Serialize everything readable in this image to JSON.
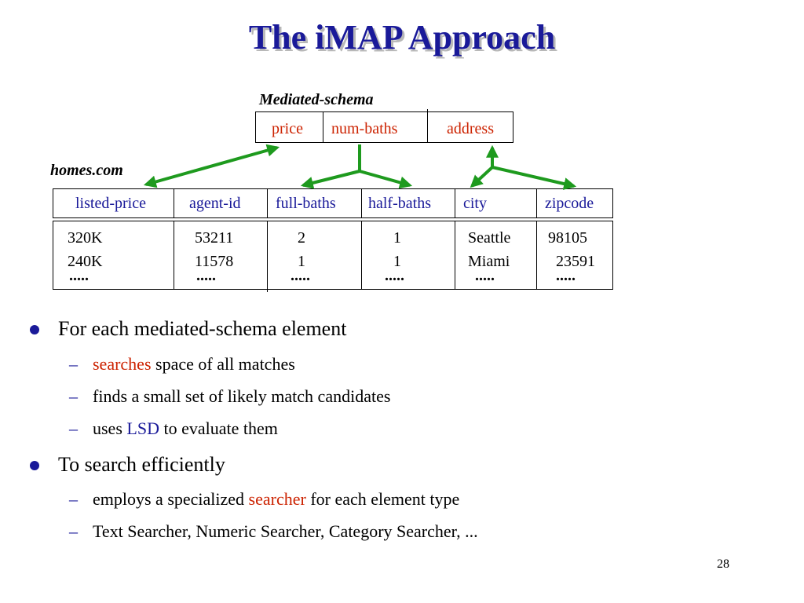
{
  "title": "The iMAP Approach",
  "mediated": {
    "caption": "Mediated-schema",
    "fields": [
      "price",
      "num-baths",
      "address"
    ]
  },
  "homes": {
    "caption": "homes.com",
    "columns": [
      "listed-price",
      "agent-id",
      "full-baths",
      "half-baths",
      "city",
      "zipcode"
    ],
    "rows": [
      [
        "320K",
        "53211",
        "2",
        "1",
        "Seattle",
        "98105"
      ],
      [
        "240K",
        "11578",
        "1",
        "1",
        "Miami",
        "23591"
      ]
    ],
    "ellipsis": "....."
  },
  "bullets": {
    "b1": "For each mediated-schema element",
    "b1_sub1_highlight": "searches",
    "b1_sub1_rest": " space of all matches",
    "b1_sub2": "finds a small set of likely match candidates",
    "b1_sub3_pre": "uses ",
    "b1_sub3_highlight": "LSD",
    "b1_sub3_post": " to evaluate them",
    "b2": "To search efficiently",
    "b2_sub1_pre": "employs a specialized ",
    "b2_sub1_highlight": "searcher",
    "b2_sub1_post": " for each element type",
    "b2_sub2": "Text Searcher, Numeric Searcher, Category Searcher, ..."
  },
  "dash": "–",
  "page_number": "28",
  "colors": {
    "title": "#1a1a99",
    "red": "#cc2200",
    "arrow": "#1e9a1e",
    "bullet": "#1a1a99"
  }
}
